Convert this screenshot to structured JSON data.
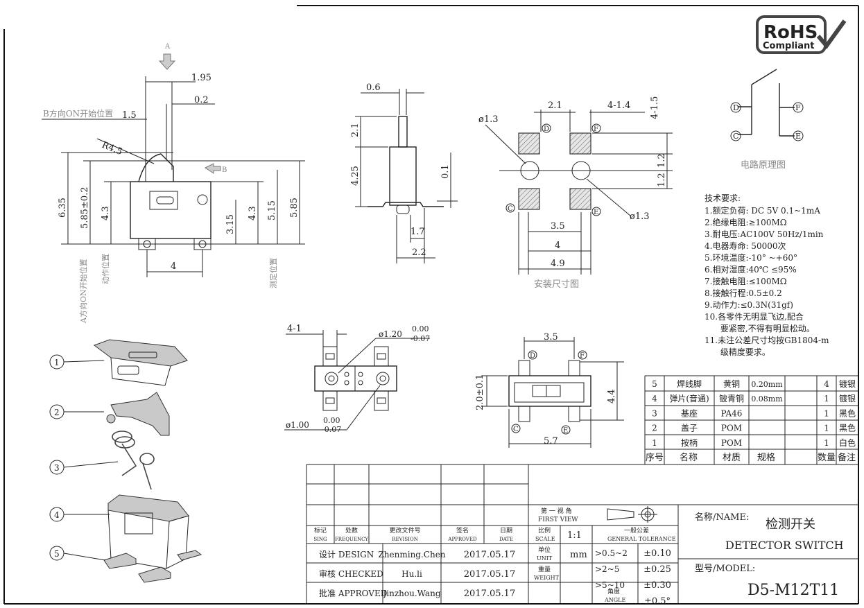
{
  "rohs": {
    "line1": "RoHS",
    "line2": "Compliant"
  },
  "circuit": {
    "title": "电路原理图",
    "terminals": {
      "d": "D",
      "f": "F",
      "c": "C",
      "e": "E"
    }
  },
  "views": {
    "front": {
      "arrow_a": "A",
      "arrow_b": "B",
      "b_start_label": "B方向ON开始位置",
      "dims": [
        "1.95",
        "0.2",
        "1.5",
        "R4.5",
        "6.35",
        "5.85±0.2",
        "4.3",
        "3.15",
        "4.3",
        "5.15",
        "5.85",
        "4"
      ],
      "vlabels": [
        "A方向ON开始位置",
        "动作位置",
        "测定位置"
      ]
    },
    "side": {
      "dims": [
        "0.6",
        "2.1",
        "4.25",
        "0.1",
        "1.7",
        "2.2"
      ]
    },
    "pads": {
      "title": "安装尺寸图",
      "dims": [
        "2.1",
        "4-1.4",
        "4-1.5",
        "ø1.3",
        "1.2",
        "1.2",
        "3.5",
        "4",
        "4.9",
        "ø1.3"
      ],
      "labels": {
        "d": "D",
        "f": "F",
        "c": "C",
        "e": "E"
      }
    },
    "bottom": {
      "dims": [
        "4-1",
        "ø1.20",
        "0.00",
        "-0.07",
        "ø1.00",
        "0.00",
        "-0.07"
      ]
    },
    "top": {
      "dims": [
        "3.5",
        "2.0±0.1",
        "4.4",
        "5.7"
      ],
      "labels": {
        "d": "D",
        "f": "F",
        "c": "C",
        "e": "E"
      }
    }
  },
  "tech": {
    "title": "技术要求:",
    "items": [
      "1.额定负荷: DC 5V  0.1~1mA",
      "2.绝缘电阻:≥100MΩ",
      "3.耐电压:AC100V 50Hz/1min",
      "4.电器寿命: 50000次",
      "5.环境温度:-10° ~+60°",
      "6.相对湿度:40℃  ≤95%",
      "7.接触电阻:≤100MΩ",
      "8.接触行程:0.5±0.2",
      "9.动作力:≤0.3N(31gf)",
      "10.各零件无明显飞边,配合",
      "   要紧密,不得有明显松动。",
      "11.未注公差尺寸均按GB1804-m",
      "   级精度要求。"
    ]
  },
  "bom": {
    "rows": [
      {
        "no": "5",
        "name": "焊线脚",
        "material": "黄铜",
        "spec": "0.20mm",
        "qty": "4",
        "remark": "镀银"
      },
      {
        "no": "4",
        "name": "弹片(音通)",
        "material": "铍青铜",
        "spec": "0.08mm",
        "qty": "1",
        "remark": "镀银"
      },
      {
        "no": "3",
        "name": "基座",
        "material": "PA46",
        "spec": "",
        "qty": "1",
        "remark": "黑色"
      },
      {
        "no": "2",
        "name": "盖子",
        "material": "POM",
        "spec": "",
        "qty": "1",
        "remark": "黑色"
      },
      {
        "no": "1",
        "name": "按柄",
        "material": "POM",
        "spec": "",
        "qty": "1",
        "remark": "白色"
      }
    ],
    "header": {
      "no": "序号",
      "name": "名称",
      "material": "材质",
      "spec": "规格",
      "qty": "数量",
      "remark": "备注"
    }
  },
  "explode": {
    "labels": [
      "1",
      "2",
      "3",
      "4",
      "5"
    ]
  },
  "title_block": {
    "first_view_cn": "第 一 视 角",
    "first_view_en": "FIRST VIEW",
    "hdr": [
      {
        "cn": "标记",
        "en": "SING"
      },
      {
        "cn": "处数",
        "en": "FREQUENCY"
      },
      {
        "cn": "更改文件号",
        "en": "REVISION"
      },
      {
        "cn": "签名",
        "en": "APPROVED"
      },
      {
        "cn": "日期",
        "en": "DATE"
      }
    ],
    "scale_cn": "比例",
    "scale_en": "SCALE",
    "scale": "1:1",
    "tol_cn": "一般公差",
    "tol_en": "GENERAL TOLERANCE",
    "unit_cn": "单位",
    "unit_en": "UNIT",
    "unit": "mm",
    "weight_cn": "重量",
    "weight_en": "WEIGHT",
    "angle_cn": "角度",
    "angle_en": "ANGLE",
    "tolerances": [
      {
        "range": ">0.5~2",
        "tol": "±0.10"
      },
      {
        "range": ">2~5",
        "tol": "±0.25"
      },
      {
        "range": ">5~10",
        "tol": "±0.30"
      },
      {
        "range": "",
        "tol": "±0.5°"
      }
    ],
    "sign_rows": [
      {
        "role": "设计 DESIGN",
        "name": "Zhenming.Chen",
        "date": "2017.05.17"
      },
      {
        "role": "审核 CHECKED",
        "name": "Hu.li",
        "date": "2017.05.17"
      },
      {
        "role": "批准 APPROVED",
        "name": "Jinzhou.Wang",
        "date": "2017.05.17"
      }
    ],
    "name_label": "名称/NAME:",
    "name_cn": "检测开关",
    "name_en": "DETECTOR  SWITCH",
    "model_label": "型号/MODEL:",
    "model": "D5-M12T11"
  }
}
